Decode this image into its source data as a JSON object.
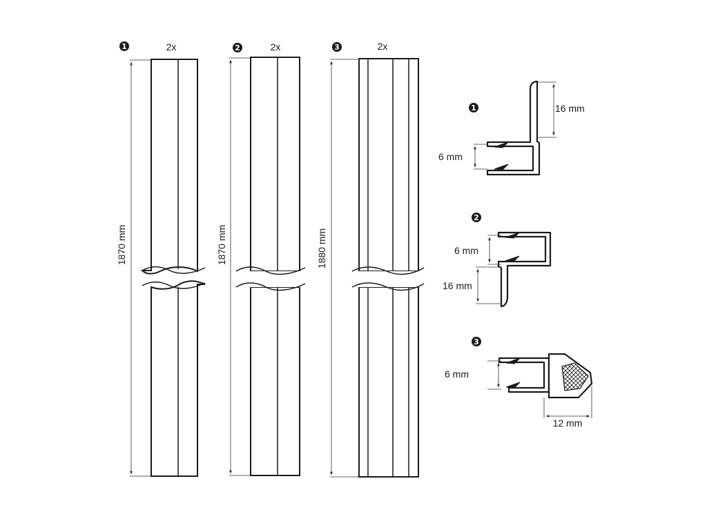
{
  "strips": [
    {
      "number": "1",
      "quantity": "2x",
      "length_label": "1870 mm"
    },
    {
      "number": "2",
      "quantity": "2x",
      "length_label": "1870 mm"
    },
    {
      "number": "3",
      "quantity": "2x",
      "length_label": "1880 mm"
    }
  ],
  "profiles": [
    {
      "number": "1",
      "gap_label": "6 mm",
      "lip_label": "16 mm"
    },
    {
      "number": "2",
      "gap_label": "6 mm",
      "lip_label": "16 mm"
    },
    {
      "number": "3",
      "gap_label": "6 mm",
      "magnet_label": "12 mm"
    }
  ],
  "colors": {
    "line": "#1a1a1a",
    "background": "#ffffff"
  }
}
